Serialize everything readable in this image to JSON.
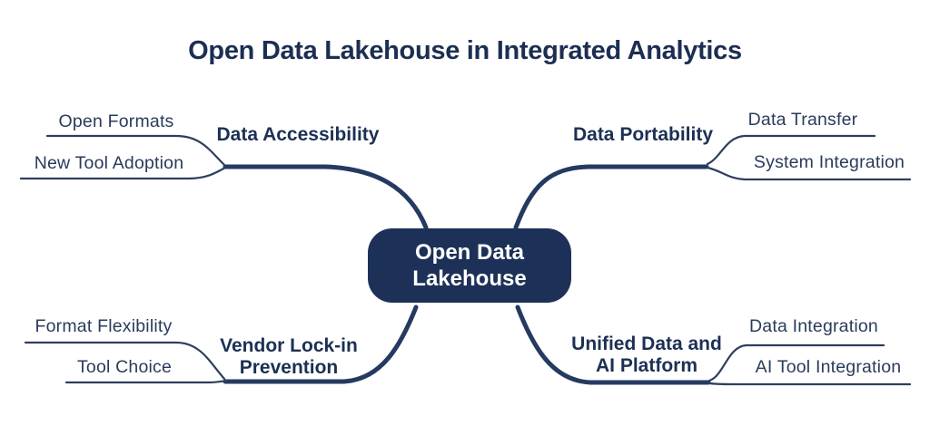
{
  "type": "mindmap",
  "title": "Open Data Lakehouse in Integrated Analytics",
  "colors": {
    "background": "#ffffff",
    "node_fill": "#1d3158",
    "line": "#243a60",
    "thin_line": "#2e3e5e",
    "title_text": "#1c2e52",
    "label_text": "#1c3054",
    "sub_text": "#2a3b5a",
    "node_text": "#ffffff"
  },
  "center_node": {
    "label": "Open Data Lakehouse"
  },
  "branches": [
    {
      "label": "Data Accessibility",
      "position": "top-left",
      "children": [
        "Open Formats",
        "New Tool Adoption"
      ]
    },
    {
      "label": "Data Portability",
      "position": "top-right",
      "children": [
        "Data Transfer",
        "System Integration"
      ]
    },
    {
      "label": "Vendor Lock-in Prevention",
      "position": "bottom-left",
      "children": [
        "Format Flexibility",
        "Tool Choice"
      ]
    },
    {
      "label": "Unified Data and AI Platform",
      "position": "bottom-right",
      "children": [
        "Data Integration",
        "AI Tool Integration"
      ]
    }
  ]
}
